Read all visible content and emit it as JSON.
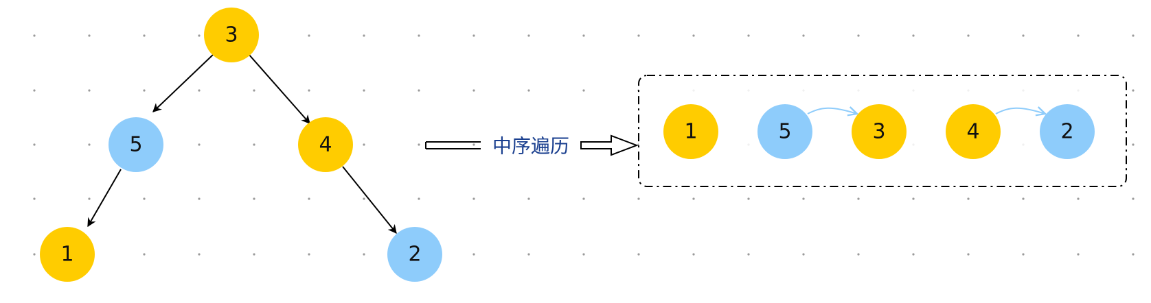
{
  "colors": {
    "yellow": "#FFCC00",
    "blue": "#8ECCFB",
    "edge": "#000000",
    "link": "#8ECCFB",
    "grid_dot": "#9a9a9a",
    "label_text": "#1a3f8f"
  },
  "tree": {
    "nodes": [
      {
        "id": "n3",
        "label": "3",
        "color": "yellow"
      },
      {
        "id": "n5",
        "label": "5",
        "color": "blue"
      },
      {
        "id": "n4",
        "label": "4",
        "color": "yellow"
      },
      {
        "id": "n1",
        "label": "1",
        "color": "yellow"
      },
      {
        "id": "n2",
        "label": "2",
        "color": "blue"
      }
    ],
    "edges": [
      {
        "from": "3",
        "to": "5"
      },
      {
        "from": "3",
        "to": "4"
      },
      {
        "from": "5",
        "to": "1"
      },
      {
        "from": "4",
        "to": "2"
      }
    ]
  },
  "transform": {
    "label": "中序遍历"
  },
  "result": {
    "nodes": [
      {
        "id": "r1",
        "label": "1",
        "color": "yellow"
      },
      {
        "id": "r5",
        "label": "5",
        "color": "blue"
      },
      {
        "id": "r3",
        "label": "3",
        "color": "yellow"
      },
      {
        "id": "r4",
        "label": "4",
        "color": "yellow"
      },
      {
        "id": "r2",
        "label": "2",
        "color": "blue"
      }
    ],
    "links": [
      {
        "from": "5",
        "to": "3"
      },
      {
        "from": "4",
        "to": "2"
      }
    ]
  }
}
